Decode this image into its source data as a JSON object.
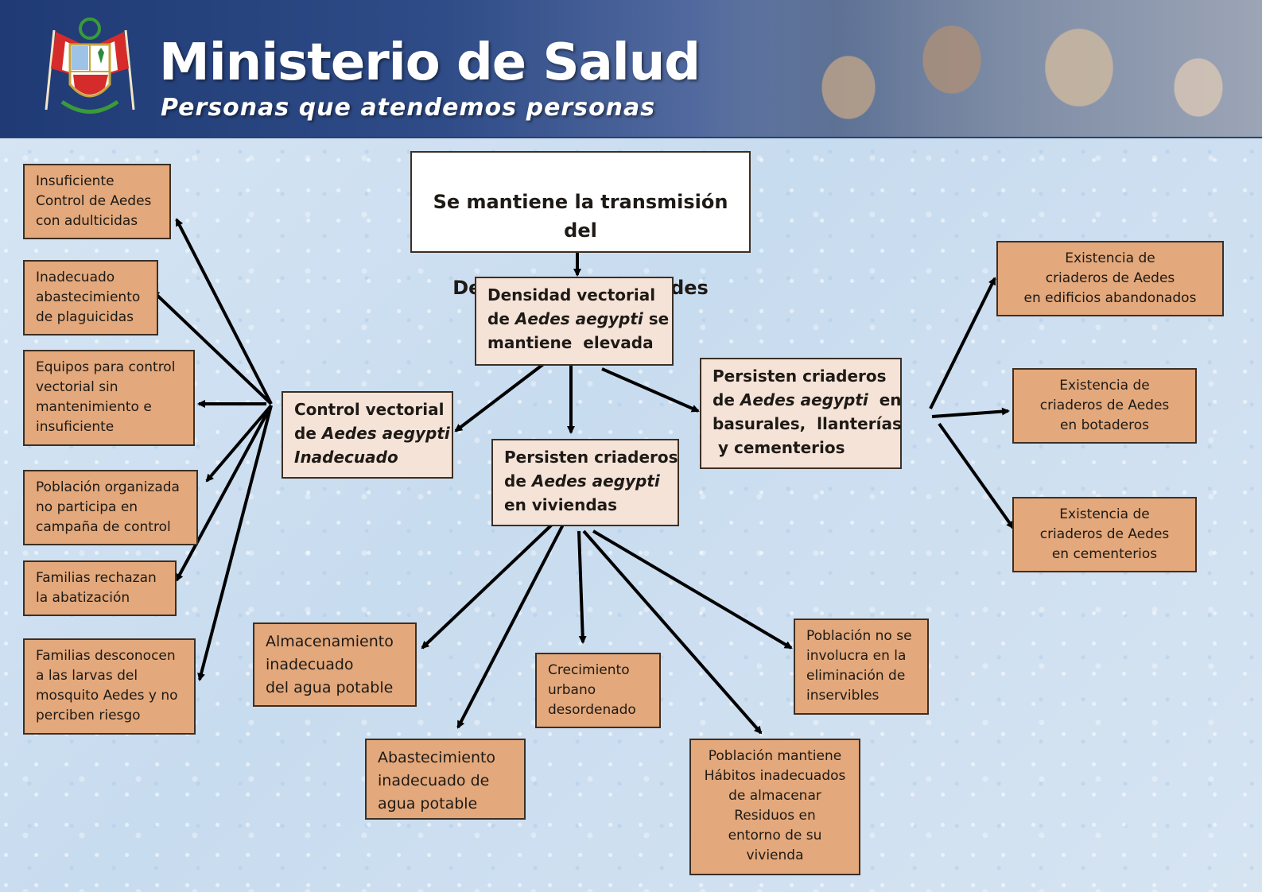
{
  "header": {
    "title": "Ministerio de Salud",
    "subtitle": "Personas que atendemos personas",
    "emblem_icon": "peru-coat-of-arms-icon"
  },
  "colors": {
    "banner": "#2f4c88",
    "box_orange": "#e3a87b",
    "box_light": "#f6e3d8",
    "box_border": "#3c2f24",
    "arrow": "#000000"
  },
  "diagram": {
    "root": {
      "lines": [
        "Se mantiene la transmisión del",
        "Dengue en las ciudades"
      ]
    },
    "density": {
      "parts": [
        [
          "Densidad vectorial"
        ],
        [
          "de ",
          {
            "i": "Aedes aegypti"
          },
          " se"
        ],
        [
          "mantiene  elevada"
        ]
      ]
    },
    "control": {
      "parts": [
        [
          "Control vectorial"
        ],
        [
          "de ",
          {
            "i": "Aedes aegypti"
          }
        ],
        [
          {
            "i": "Inadecuado"
          }
        ]
      ]
    },
    "viviendas": {
      "parts": [
        [
          "Persisten criaderos"
        ],
        [
          "de ",
          {
            "i": "Aedes aegypti"
          }
        ],
        [
          "en viviendas"
        ]
      ]
    },
    "basurales": {
      "parts": [
        [
          "Persisten criaderos"
        ],
        [
          "de ",
          {
            "i": "Aedes aegypti"
          },
          "  en"
        ],
        [
          "basurales,  llanterías"
        ],
        [
          " y cementerios"
        ]
      ]
    },
    "left_causes": [
      "Insuficiente\nControl de Aedes\ncon adulticidas",
      "Inadecuado\nabastecimiento\nde plaguicidas",
      "Equipos para control\nvectorial sin\nmantenimiento e\ninsuficiente",
      "Población organizada\nno participa en\ncampaña de control",
      "Familias rechazan\nla abatización",
      "Familias desconocen\na las larvas del\nmosquito Aedes y no\nperciben riesgo"
    ],
    "right_causes": [
      "Existencia de\ncriaderos de Aedes\nen edificios abandonados",
      "Existencia de\ncriaderos de Aedes\nen botaderos",
      "Existencia de\ncriaderos de Aedes\nen cementerios"
    ],
    "bottom_causes": {
      "almacenamiento": "Almacenamiento\ninadecuado\ndel agua potable",
      "abastecimiento": "Abastecimiento\ninadecuado de\nagua potable",
      "crecimiento": "Crecimiento\nurbano\ndesordenado",
      "poblacion_inservibles": "Población no se\ninvolucra en la\neliminación de\ninservibles",
      "poblacion_habitos": "Población  mantiene\nHábitos inadecuados\nde almacenar\nResiduos en\nentorno de su\nvivienda"
    }
  }
}
